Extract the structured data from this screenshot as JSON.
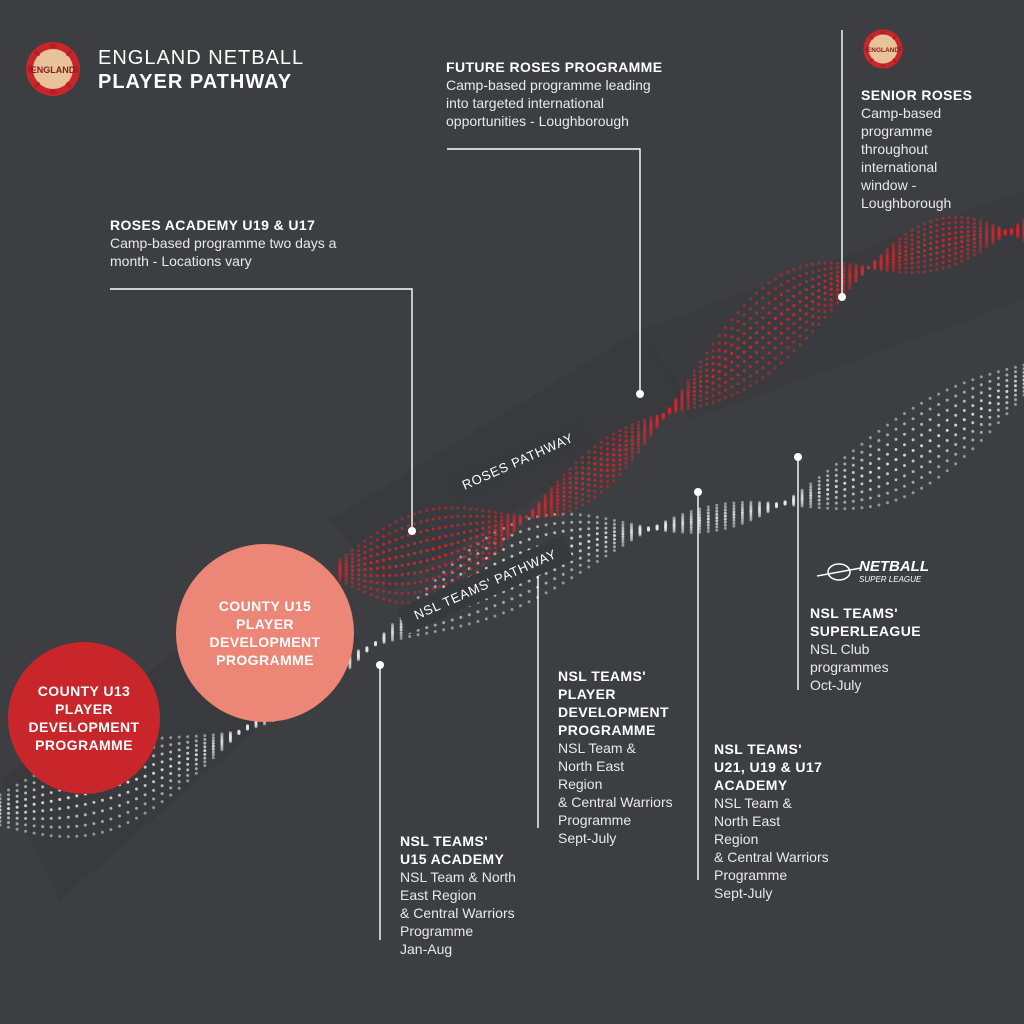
{
  "header": {
    "title_line1": "ENGLAND NETBALL",
    "title_line2": "PLAYER PATHWAY",
    "logo_text": "ENGLAND"
  },
  "colors": {
    "background": "#3d3e42",
    "roses_red": "#d7262b",
    "county_u13": "#c8262a",
    "county_u15": "#ec8677",
    "nsl_white": "#e6e6e6"
  },
  "pathways": {
    "roses": "ROSES PATHWAY",
    "nsl": "NSL TEAMS' PATHWAY"
  },
  "circles": {
    "u13": [
      "COUNTY U13",
      "PLAYER",
      "DEVELOPMENT",
      "PROGRAMME"
    ],
    "u15": [
      "COUNTY U15",
      "PLAYER",
      "DEVELOPMENT",
      "PROGRAMME"
    ]
  },
  "stages": {
    "roses_academy": {
      "heading": [
        "ROSES ACADEMY U19 & U17"
      ],
      "lines": [
        "Camp-based programme two days a",
        "month - Locations vary"
      ]
    },
    "future_roses": {
      "heading": [
        "FUTURE ROSES PROGRAMME"
      ],
      "lines": [
        "Camp-based programme leading",
        "into targeted international",
        "opportunities - Loughborough"
      ]
    },
    "senior_roses": {
      "heading": [
        "SENIOR ROSES"
      ],
      "lines": [
        "Camp-based",
        "programme",
        "throughout",
        "international",
        "window -",
        "Loughborough"
      ],
      "logo_text": "ENGLAND"
    },
    "nsl_u15": {
      "heading": [
        "NSL TEAMS'",
        "U15 ACADEMY"
      ],
      "lines": [
        "NSL Team & North",
        "East Region",
        "& Central Warriors",
        "Programme",
        "Jan-Aug"
      ]
    },
    "nsl_player_dev": {
      "heading": [
        "NSL TEAMS'",
        "PLAYER",
        "DEVELOPMENT",
        "PROGRAMME"
      ],
      "lines": [
        "NSL Team &",
        "North East",
        "Region",
        "& Central Warriors",
        "Programme",
        "Sept-July"
      ]
    },
    "nsl_u21": {
      "heading": [
        "NSL TEAMS'",
        "U21, U19 & U17",
        "ACADEMY"
      ],
      "lines": [
        "NSL Team &",
        "North East",
        "Region",
        "& Central Warriors",
        "Programme",
        "Sept-July"
      ]
    },
    "nsl_superleague": {
      "heading": [
        "NSL TEAMS'",
        "SUPERLEAGUE"
      ],
      "lines": [
        "NSL Club",
        "programmes",
        "Oct-July"
      ],
      "logo_line1": "NETBALL",
      "logo_line2": "SUPER LEAGUE"
    }
  }
}
